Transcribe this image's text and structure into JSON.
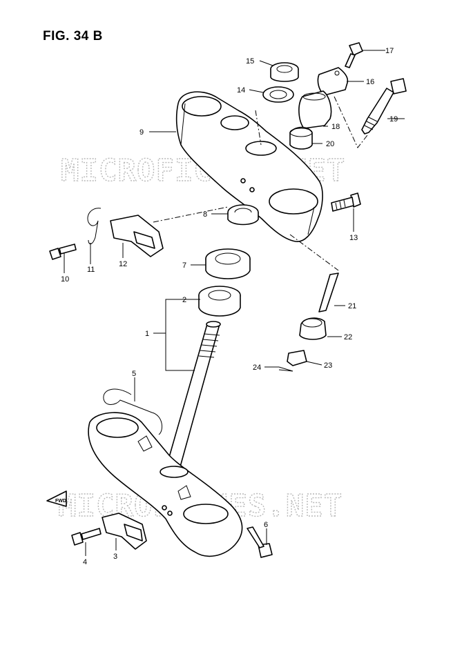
{
  "figure": {
    "title": "FIG. 34 B",
    "watermark": "MICROFICHES.NET",
    "fwd_label": "FWD"
  },
  "callouts": [
    "1",
    "2",
    "3",
    "4",
    "5",
    "6",
    "7",
    "8",
    "9",
    "10",
    "11",
    "12",
    "13",
    "14",
    "15",
    "16",
    "17",
    "18",
    "19",
    "20",
    "21",
    "22",
    "23",
    "24"
  ]
}
